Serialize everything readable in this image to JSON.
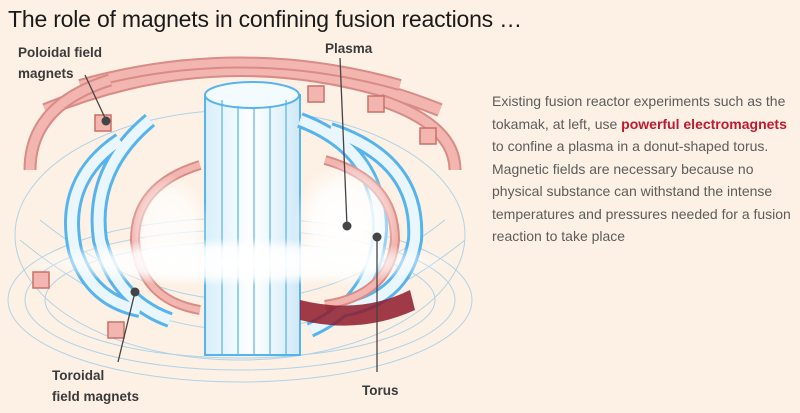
{
  "title": "The role of magnets in confining fusion reactions …",
  "labels": {
    "poloidal_line1": "Poloidal field",
    "poloidal_line2": "magnets",
    "plasma": "Plasma",
    "toroidal_line1": "Toroidal",
    "toroidal_line2": "field magnets",
    "torus": "Torus"
  },
  "description": {
    "before": "Existing fusion reactor experiments such as the tokamak, at left, use ",
    "highlight": "powerful electromagnets",
    "after": " to confine a plasma in a donut-shaped torus. Magnetic fields are necessary because no physical substance can withstand the intense temperatures and pressures needed for a fusion reaction to take place"
  },
  "colors": {
    "background": "#fdf1e5",
    "coil_blue": "#55b4ee",
    "coil_light": "#eaf6fd",
    "magnet_pink": "#f2b5b0",
    "magnet_dark": "#d98b86",
    "highlight_red": "#c0192e",
    "grid_blue": "#9ccbe8"
  }
}
